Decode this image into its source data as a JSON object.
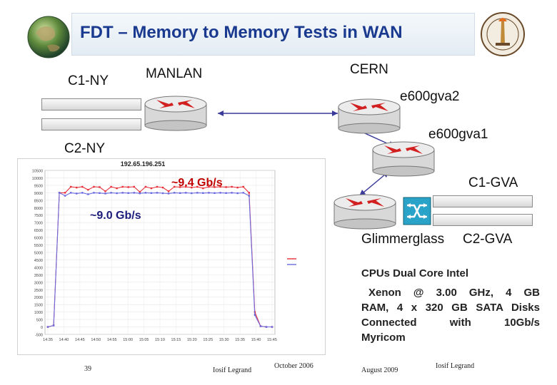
{
  "slide": {
    "title": "FDT –  Memory to Memory  Tests in WAN"
  },
  "nodes": {
    "c1_ny": "C1-NY",
    "manlan": "MANLAN",
    "cern": "CERN",
    "e600gva2": "e600gva2",
    "c2_ny": "C2-NY",
    "e600gva1": "e600gva1",
    "c1_gva": "C1-GVA",
    "glimmerglass": "Glimmerglass",
    "c2_gva": "C2-GVA"
  },
  "annotations": {
    "rate_1": "~9.4 Gb/s",
    "rate_2": "~9.0 Gb/s"
  },
  "specs": {
    "heading": "CPUs Dual Core Intel",
    "line1": "Xenon @  3.00  GHz,  4  GB",
    "line2": "RAM, 4 x 320 GB SATA Disks",
    "line3": "Connected    with    10Gb/s",
    "line4": "Myricom"
  },
  "footer": {
    "page": "39",
    "author_left": "Iosif Legrand",
    "date_left": "October   2006",
    "date_right": "August   2009",
    "author_right": "Iosif Legrand"
  },
  "chart_data": {
    "type": "line",
    "title": "192.65.196.251",
    "xlabel": "",
    "ylabel": "",
    "x_ticks": [
      "14:35",
      "14:40",
      "14:45",
      "14:50",
      "14:55",
      "15:00",
      "15:05",
      "15:10",
      "15:15",
      "15:20",
      "15:25",
      "15:30",
      "15:35",
      "15:40",
      "15:45"
    ],
    "ylim": [
      -500,
      10500
    ],
    "y_ticks": [
      -500,
      0,
      500,
      1000,
      1500,
      2000,
      2500,
      3000,
      3500,
      4000,
      4500,
      5000,
      5500,
      6000,
      6500,
      7000,
      7500,
      8000,
      8500,
      9000,
      9500,
      10000,
      10500
    ],
    "grid": true,
    "legend_position": "right",
    "series": [
      {
        "color": "#e8303a",
        "values": [
          0,
          100,
          9000,
          9000,
          9400,
          9350,
          9400,
          9200,
          9400,
          9380,
          9100,
          9400,
          9300,
          9400,
          9380,
          9400,
          9050,
          9400,
          9300,
          9400,
          9350,
          9100,
          9400,
          9380,
          9400,
          9350,
          9400,
          9300,
          9400,
          9380,
          9400,
          9380,
          9400,
          9350,
          9400,
          9000,
          1000,
          50,
          0,
          0
        ]
      },
      {
        "color": "#6a6ae0",
        "values": [
          0,
          100,
          9000,
          8800,
          9000,
          8950,
          9000,
          8900,
          9000,
          8980,
          8950,
          9000,
          8970,
          9000,
          8980,
          9000,
          8960,
          9000,
          8980,
          9000,
          8970,
          8950,
          9000,
          8980,
          9000,
          8970,
          9000,
          8980,
          9000,
          8980,
          9000,
          8980,
          9000,
          8970,
          9000,
          8800,
          800,
          50,
          0,
          0
        ]
      }
    ]
  }
}
